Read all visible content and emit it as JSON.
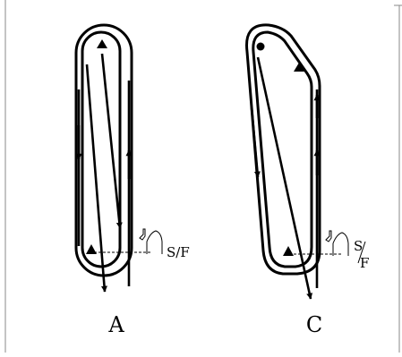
{
  "figure": {
    "panels": [
      {
        "id": "A",
        "caption": "A",
        "marker": "S/F"
      },
      {
        "id": "C",
        "caption": "C",
        "marker_s": "S",
        "marker_f": "F"
      }
    ]
  },
  "colors": {
    "stroke": "#000000",
    "background": "#ffffff",
    "frame": "#7f7f7f"
  },
  "icons": [
    "pattern-marker-icon"
  ]
}
